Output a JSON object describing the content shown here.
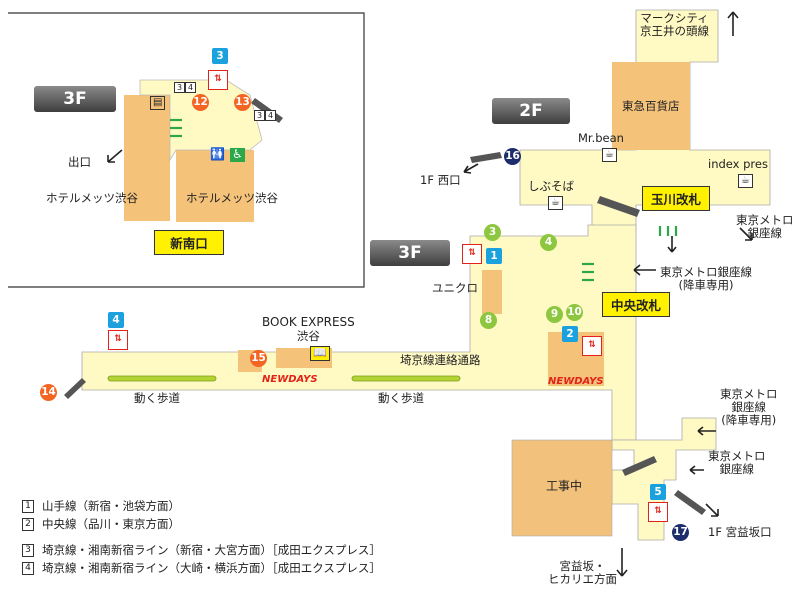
{
  "floors": {
    "f3_inset": "3F",
    "f2": "2F",
    "f3_main": "3F"
  },
  "inset": {
    "exit_label": "出口",
    "hotel_left": "ホテルメッツ渋谷",
    "hotel_right": "ホテルメッツ渋谷",
    "gate": "新南口",
    "platforms_a": [
      "3",
      "4"
    ],
    "platforms_b": [
      "3",
      "4"
    ]
  },
  "top_right": {
    "markcity": "マークシティ",
    "inokashira": "京王井の頭線",
    "tokyu": "東急百貨店",
    "mrbean": "Mr.bean",
    "index": "index pres",
    "shibusoba": "しぶそば",
    "tamagawa_gate": "玉川改札",
    "nishiguchi": "1F 西口",
    "metro_ginza_a": "東京メトロ",
    "metro_ginza_a2": "銀座線",
    "metro_ginza_exit": "東京メトロ銀座線",
    "metro_ginza_exit2": "(降車専用)"
  },
  "main": {
    "uniqlo": "ユニクロ",
    "chuo_gate": "中央改札",
    "book_express": "BOOK EXPRESS",
    "book_express2": "渋谷",
    "saikyo_passage": "埼京線連絡通路",
    "newdays_left": "NEWDAYS",
    "newdays_right": "NEWDAYS",
    "walkway_left": "動く歩道",
    "walkway_right": "動く歩道",
    "construction": "工事中",
    "metro_ginza_b1": "東京メトロ",
    "metro_ginza_b2": "銀座線",
    "metro_ginza_b3": "(降車専用)",
    "metro_ginza_c1": "東京メトロ",
    "metro_ginza_c2": "銀座線",
    "miyamasuzaka_exit": "1F 宮益坂口",
    "miyamasuzaka": "宮益坂・",
    "hikarie": "ヒカリエ方面"
  },
  "badges": {
    "b3_top": "3",
    "b12": "12",
    "b13": "13",
    "b16": "16",
    "b3g": "3",
    "b4g": "4",
    "b1": "1",
    "b8": "8",
    "b9": "9",
    "b10": "10",
    "b2": "2",
    "b4": "4",
    "b15": "15",
    "b14": "14",
    "b5": "5",
    "b17": "17"
  },
  "legend": [
    {
      "num": "1",
      "text": "山手線（新宿・池袋方面）"
    },
    {
      "num": "2",
      "text": "中央線（品川・東京方面）"
    },
    {
      "num": "3",
      "text": "埼京線・湘南新宿ライン（新宿・大宮方面）［成田エクスプレス］"
    },
    {
      "num": "4",
      "text": "埼京線・湘南新宿ライン（大崎・横浜方面）［成田エクスプレス］"
    }
  ],
  "colors": {
    "concourse": "#fff9c4",
    "store": "#f5c27a",
    "gate_yellow": "#fff100",
    "badge_blue": "#1ba1de",
    "badge_orange": "#f26522",
    "badge_green": "#8dc63f",
    "badge_navy": "#1d2c6b",
    "construction": "#f2c17c"
  }
}
